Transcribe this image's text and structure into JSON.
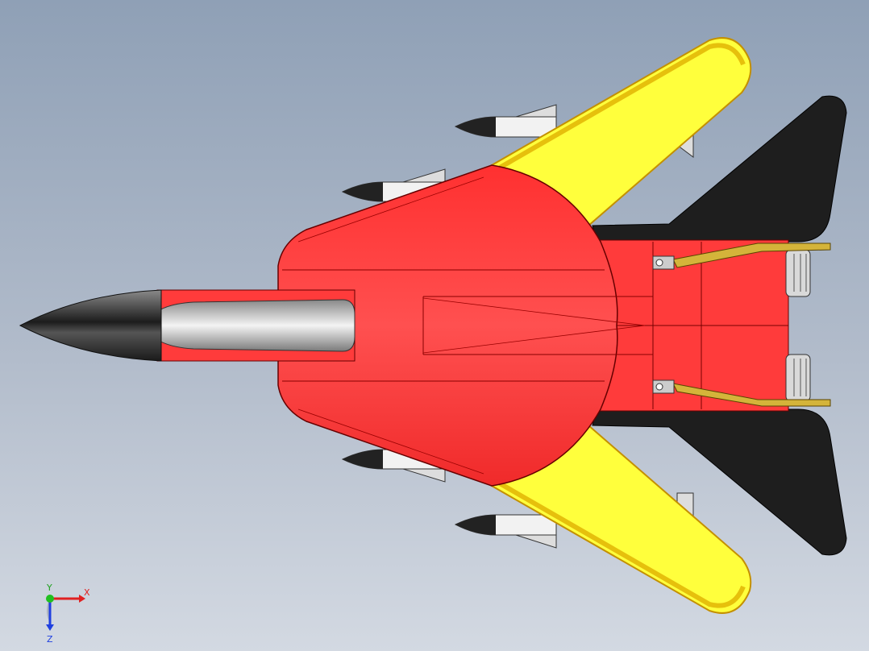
{
  "viewport": {
    "background_top": "#8fa0b6",
    "background_bottom": "#d3d9e2"
  },
  "model": {
    "colors": {
      "fuselage": "#ff3b3b",
      "wing": "#ffff3c",
      "wing_edge": "#e0b000",
      "tail": "#1e1e1e",
      "nose": "#3a3a3a",
      "canopy": "#d8d8d8",
      "missile_body": "#f2f2f2",
      "nozzle": "#d9d9d9",
      "strut": "#d4b43a"
    },
    "missile_count": 4
  },
  "triad": {
    "x_label": "X",
    "y_label": "Y",
    "z_label": "Z",
    "x_color": "#e02020",
    "y_color": "#20c020",
    "z_color": "#2040e0"
  }
}
